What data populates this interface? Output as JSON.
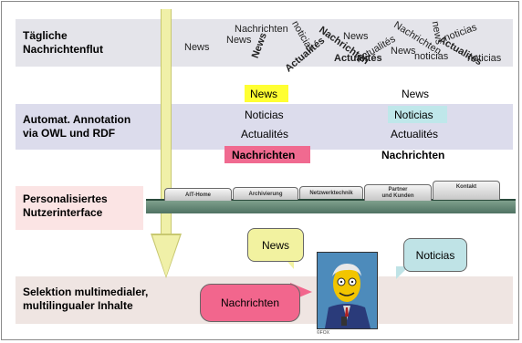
{
  "rows": {
    "news_flood": "Tägliche\nNachrichtenflut",
    "annotation": "Automat. Annotation\nvia OWL und RDF",
    "interface": "Personalisiertes\nNutzerinterface",
    "selection": "Selektion multimedialer,\nmultilingualer Inhalte"
  },
  "flood_words": [
    "News",
    "Nachrichten",
    "News",
    "News",
    "Actualités",
    "noticias",
    "Actualités",
    "Nachrichten",
    "News",
    "News",
    "Actualités",
    "Nachrichten",
    "noticias",
    "noticias",
    "Actualités",
    "noticias",
    "news"
  ],
  "annotation": {
    "left": [
      "News",
      "Noticias",
      "Actualités",
      "Nachrichten"
    ],
    "right": [
      "News",
      "Noticias",
      "Actualités",
      "Nachrichten"
    ]
  },
  "tabs": [
    "AIT-Home",
    "Archivierung",
    "Netzwerktechnik",
    "Partner\nund Kunden",
    "Kontakt"
  ],
  "bubbles": {
    "news": "News",
    "noticias": "Noticias",
    "nachrichten": "Nachrichten"
  },
  "credit": "©FOX",
  "colors": {
    "band_gray": "#e4e4ea",
    "band_blue": "#dcdcec",
    "band_pink": "#fbe4e4",
    "band_beige": "#efe5e2",
    "arrow": "#f0f0a8",
    "hl_yellow": "#ffff33",
    "hl_cyan": "#bfe7ea",
    "hl_pink": "#f06a90",
    "bubble_yellow": "#f2f2a0",
    "bubble_cyan": "#bfe3e6",
    "bubble_pink": "#f2668d"
  }
}
